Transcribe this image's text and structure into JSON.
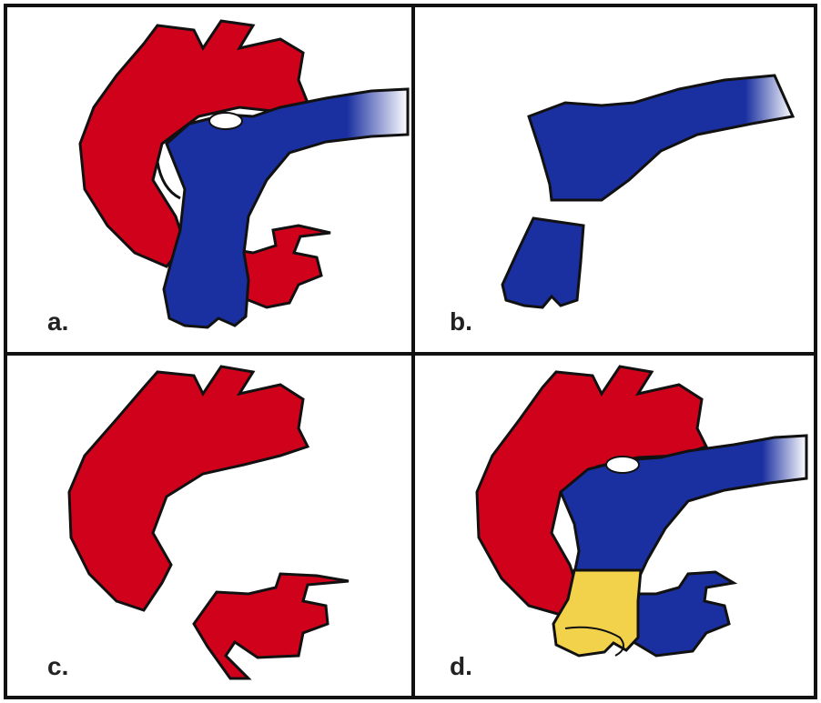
{
  "panels": [
    {
      "label": "a."
    },
    {
      "label": "b."
    },
    {
      "label": "c."
    },
    {
      "label": "d."
    }
  ],
  "colors": {
    "artery": "#d0021b",
    "vein": "#1a2fa0",
    "graft": "#f2d24b",
    "outline": "#111111",
    "border": "#111111"
  }
}
